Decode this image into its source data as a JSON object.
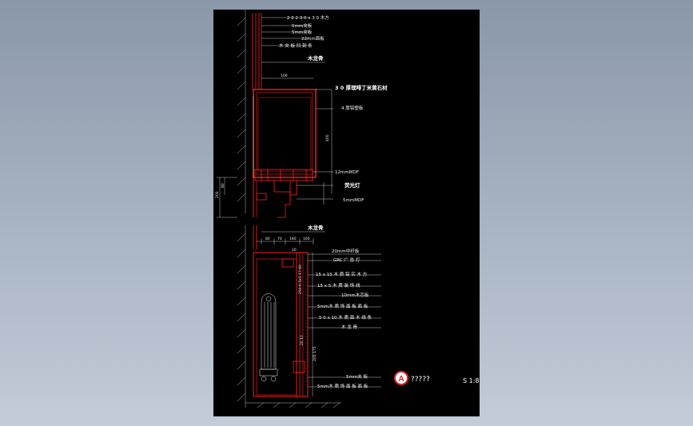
{
  "drawing": {
    "callout_letter": "A",
    "title": "?????",
    "scale": "S 1:8",
    "top_labels": [
      "2 0 2 3 0 x 3 0 木方",
      "5mm夹板",
      "5mm夹板",
      "22mm面板",
      "木 夹 板 凹 刻 条"
    ],
    "wood_keel_top": "木龙骨",
    "stone_label": "3 0 厚理啡丁米黄石材",
    "board_label": "4 厚铝塑板",
    "dim_100": "100",
    "dim_400": "400",
    "dim_400_side": "400",
    "mdf_label": "12mmMDF",
    "light_label": "荧光灯",
    "mdf5_label": "5mmMDF",
    "dim_left_1": "200",
    "dim_left_2": "80",
    "wood_keel_mid": "木龙骨",
    "mid_dims": [
      "80",
      "70",
      "180",
      "160"
    ],
    "dim_20": "20",
    "bottom_labels": [
      "20mm中纤板",
      "GRC 广 告 灯",
      "15 x 15 木 质 铝 实 木 方",
      "15 x 5 木 质 装 饰 线",
      "10mm木芯板",
      "5mm木 质 饰 面 板 面 板",
      "5 0 x 10 木 质 面 木 线 条",
      "木 龙 骨",
      "5mm夹 板",
      "5mm木 质 饰 面 板 面 板"
    ],
    "vertical_dims": [
      "250 6 5x5 17 60",
      "20 10",
      "205 175"
    ]
  },
  "colors": {
    "background": "#000000",
    "line_red": "#ff2020",
    "line_white": "#f2f2f2",
    "callout_red": "#e8202a"
  }
}
